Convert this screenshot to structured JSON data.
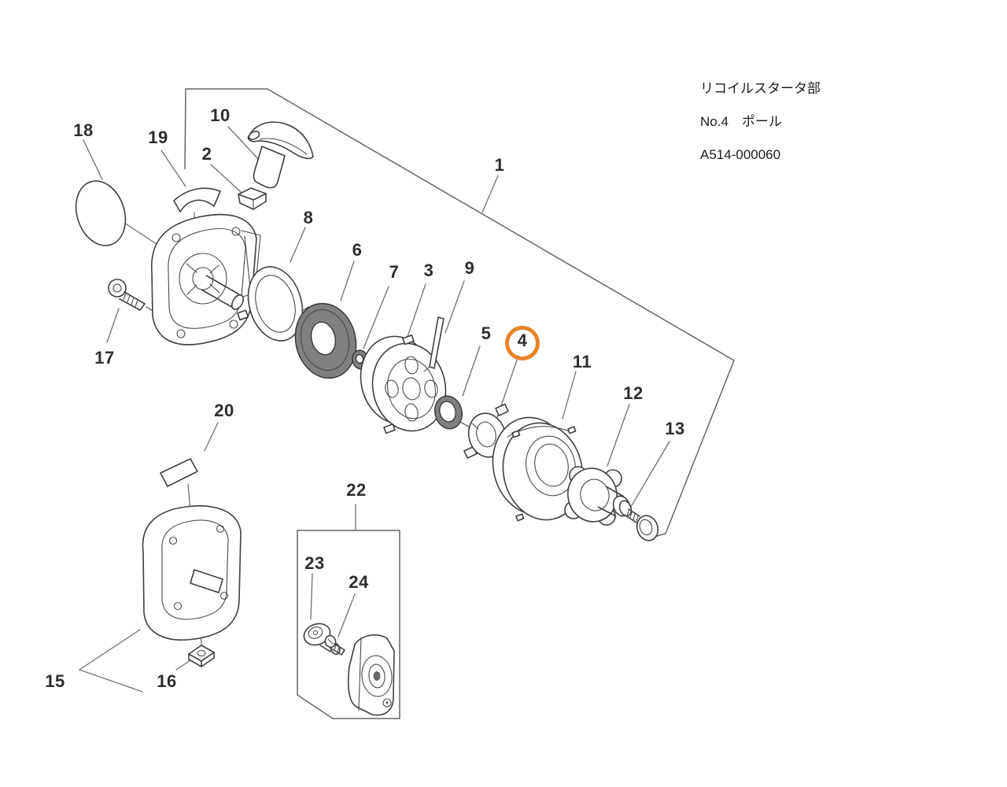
{
  "title_block": {
    "line1": "リコイルスタータ部",
    "line2": "No.4　ポール",
    "line3": "A514-000060"
  },
  "highlight": {
    "part_number": "4",
    "color": "#e8832a"
  },
  "colors": {
    "line_art": "#3f3f3f",
    "leader_lines": "#707070",
    "background": "#ffffff"
  },
  "parts_labels": {
    "p1": "1",
    "p2": "2",
    "p3": "3",
    "p4": "4",
    "p5": "5",
    "p6": "6",
    "p7": "7",
    "p8": "8",
    "p9": "9",
    "p10": "10",
    "p11": "11",
    "p12": "12",
    "p13": "13",
    "p15": "15",
    "p16": "16",
    "p17": "17",
    "p18": "18",
    "p19": "19",
    "p20": "20",
    "p22": "22",
    "p23": "23",
    "p24": "24"
  }
}
